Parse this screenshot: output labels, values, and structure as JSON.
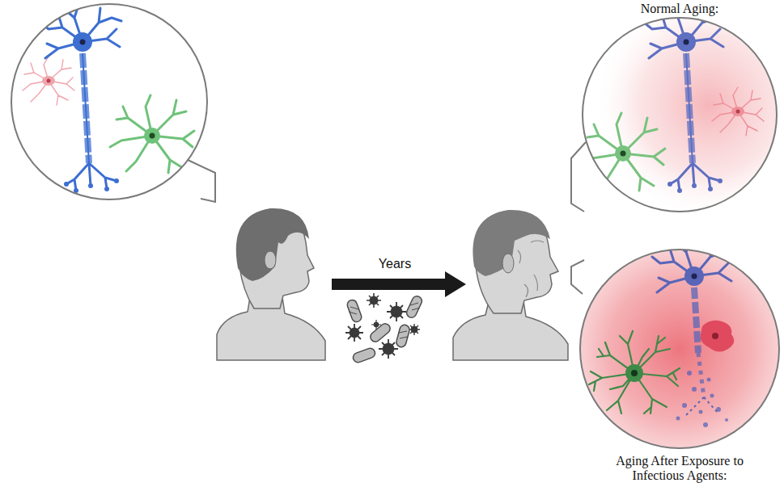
{
  "diagram": {
    "nodes": [
      {
        "text": [
          "Normal Aging:"
        ]
      },
      {
        "text": [
          "Aging After Exposure to Infectious Agents:"
        ]
      }
    ],
    "labels": [
      "Years"
    ]
  }
}
